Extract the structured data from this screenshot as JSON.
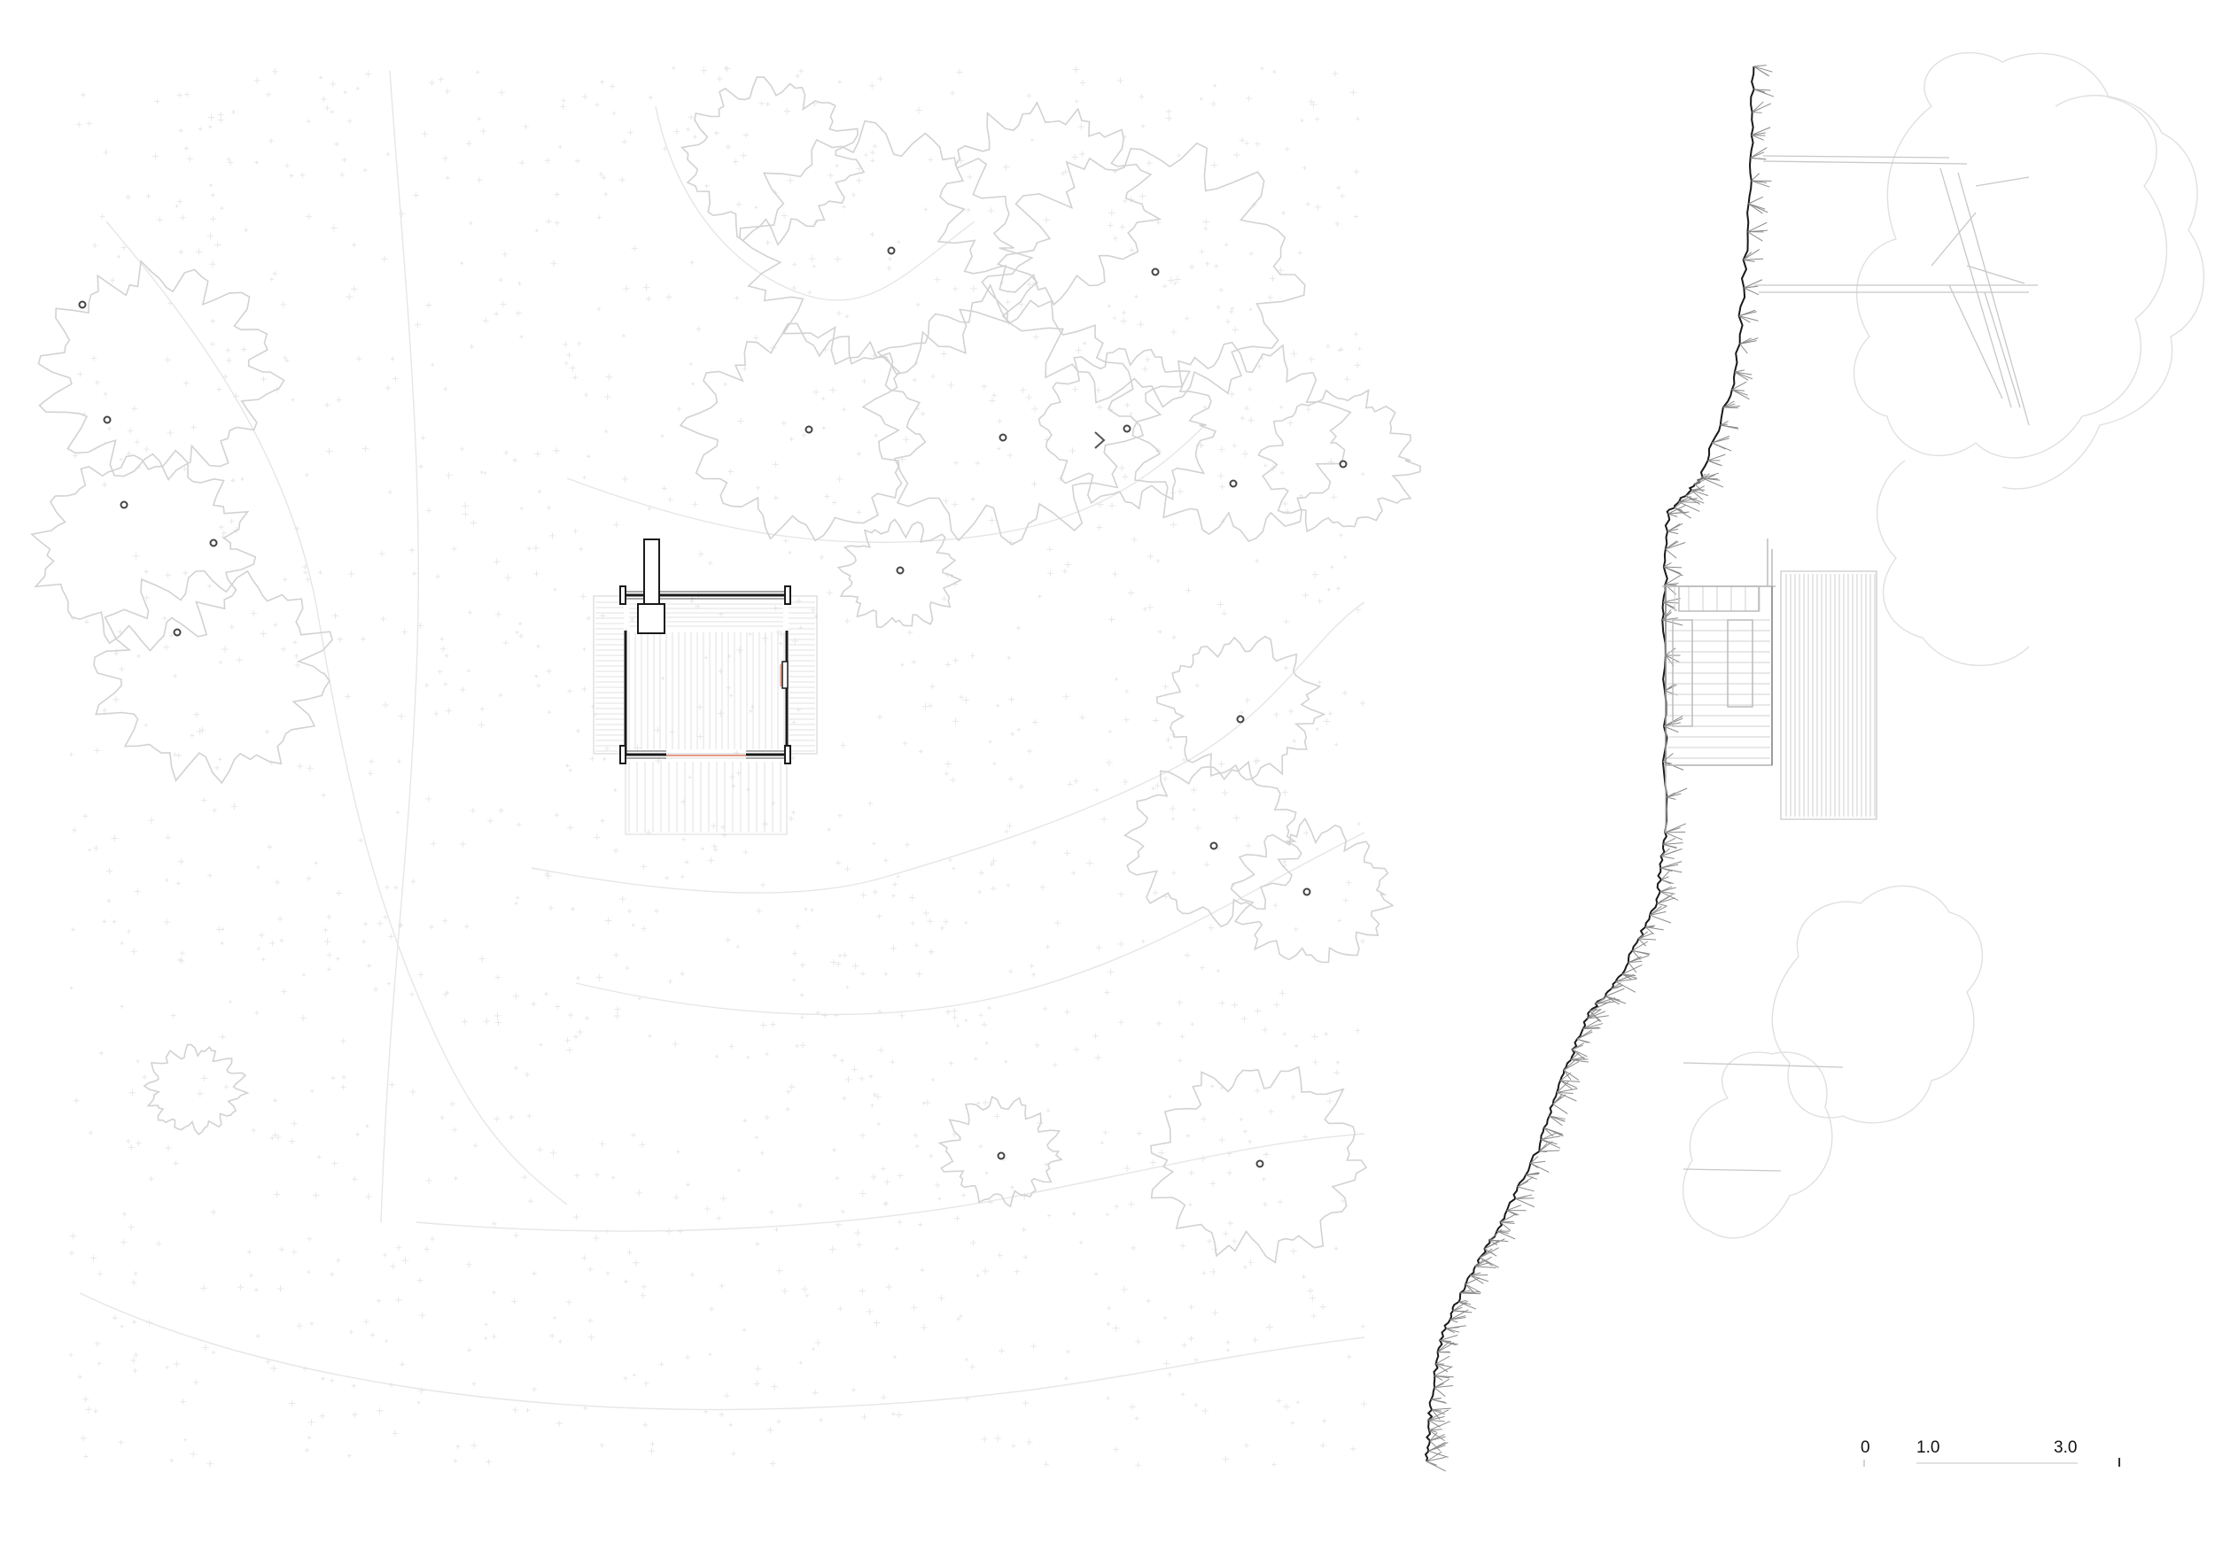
{
  "scale_bar": {
    "labels": [
      "0",
      "1.0",
      "3.0"
    ]
  },
  "colors": {
    "paper": "#ffffff",
    "foliage_outline": "#d7d7d7",
    "grass_mark": "#e2e2e2",
    "structure": "#1a1a1a",
    "structure_light": "#b5b5b5",
    "trunk_marker": "#444444",
    "door_accent": "#e07a60",
    "ground_line": "#1a1a1a"
  }
}
